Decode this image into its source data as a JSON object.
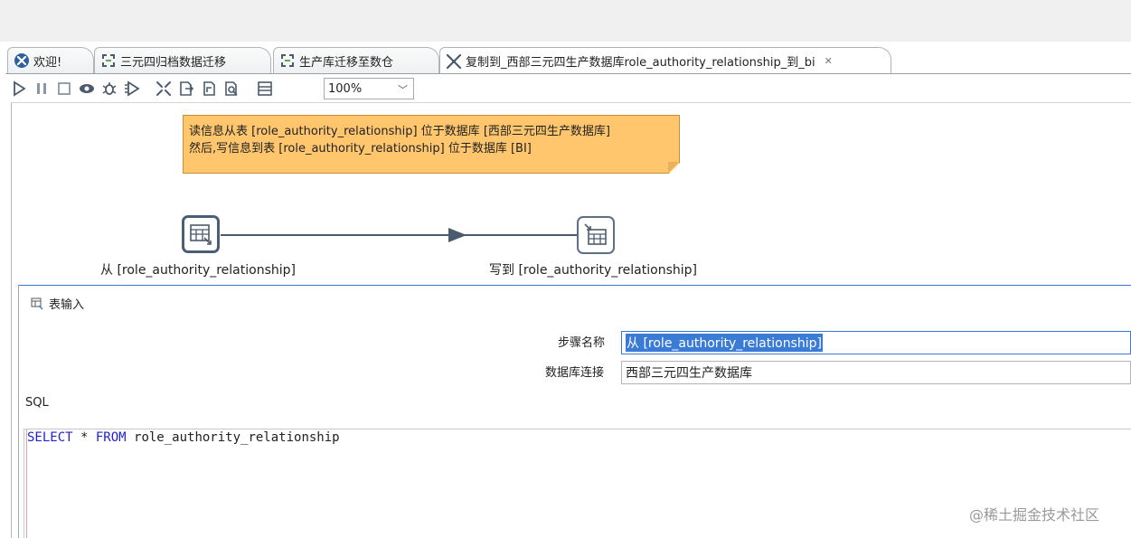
{
  "tabs": [
    {
      "label": "欢迎!",
      "icon": "spoon-logo-icon"
    },
    {
      "label": "三元四归档数据迁移",
      "icon": "job-icon"
    },
    {
      "label": "生产库迁移至数仓",
      "icon": "job-icon"
    },
    {
      "label": "复制到_西部三元四生产数据库role_authority_relationship_到_bi",
      "icon": "transformation-icon",
      "active": true
    }
  ],
  "toolbar": {
    "zoom": "100%",
    "icons": [
      "run-icon",
      "pause-icon",
      "stop-icon",
      "preview-icon",
      "debug-icon",
      "replay-icon",
      "verify-icon",
      "impact-icon",
      "sql-icon",
      "explore-db-icon",
      "show-results-icon"
    ]
  },
  "note": {
    "line1": "读信息从表 [role_authority_relationship] 位于数据库 [西部三元四生产数据库]",
    "line2": "然后,写信息到表 [role_authority_relationship] 位于数据库 [BI]"
  },
  "steps": {
    "source_label": "从 [role_authority_relationship]",
    "target_label": "写到 [role_authority_relationship]"
  },
  "panel": {
    "title": "表输入",
    "step_name_label": "步骤名称",
    "step_name_value": "从 [role_authority_relationship]",
    "db_conn_label": "数据库连接",
    "db_conn_value": "西部三元四生产数据库",
    "sql_label": "SQL",
    "sql": {
      "kw1": "SELECT",
      "mid": " * ",
      "kw2": "FROM",
      "rest": " role_authority_relationship"
    }
  },
  "watermark": "@稀土掘金技术社区",
  "colors": {
    "note_bg": "#ffc66e",
    "hop": "#4a5b6e",
    "selection": "#3a7bd5",
    "keyword": "#1f1fd6"
  }
}
